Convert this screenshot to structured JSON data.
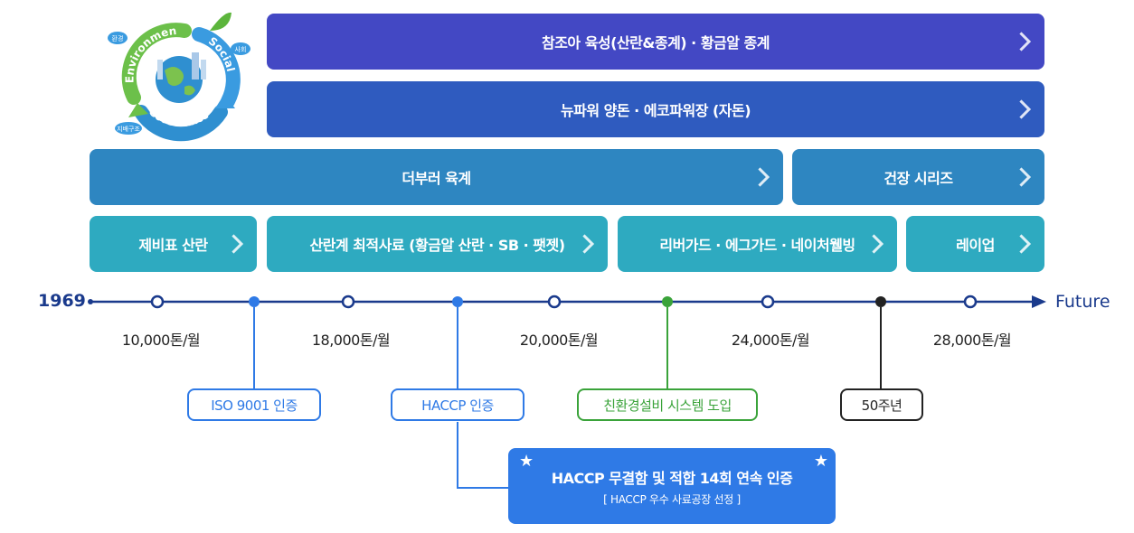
{
  "logo": {
    "words": [
      "Environment",
      "Social",
      "Governance"
    ],
    "tags": [
      "환경",
      "사회",
      "지배구조"
    ]
  },
  "rows": {
    "row1": [
      {
        "label": "참조아 육성(산란&종계) · 황금알 종계"
      }
    ],
    "row2": [
      {
        "label": "뉴파워 양돈 · 에코파워장 (자돈)"
      }
    ],
    "row3": [
      {
        "label": "더부러 육계"
      },
      {
        "label": "건장 시리즈"
      }
    ],
    "row4": [
      {
        "label": "제비표 산란"
      },
      {
        "label": "산란계 최적사료 (황금알 산란 · SB · 팻젯)"
      },
      {
        "label": "리버가드 · 에그가드 · 네이처웰빙"
      },
      {
        "label": "레이업"
      }
    ]
  },
  "timeline": {
    "start": "1969",
    "end": "Future",
    "capacities": [
      "10,000톤/월",
      "18,000톤/월",
      "20,000톤/월",
      "24,000톤/월",
      "28,000톤/월"
    ],
    "milestones": [
      "ISO 9001 인증",
      "HACCP 인증",
      "친환경설비 시스템 도입",
      "50주년"
    ]
  },
  "highlight": {
    "title": "HACCP 무결함 및 적합 14회 연속 인증",
    "subtitle": "[ HACCP 우수 사료공장 선정 ]"
  },
  "colors": {
    "row1": "#4348c4",
    "row2": "#2f5bbf",
    "row3": "#2e86c1",
    "row4": "#2eaac0",
    "timeline": "#1a3a8c",
    "blue_milestone": "#2f7ae6",
    "green_milestone": "#3aa33a",
    "black_milestone": "#222222"
  }
}
